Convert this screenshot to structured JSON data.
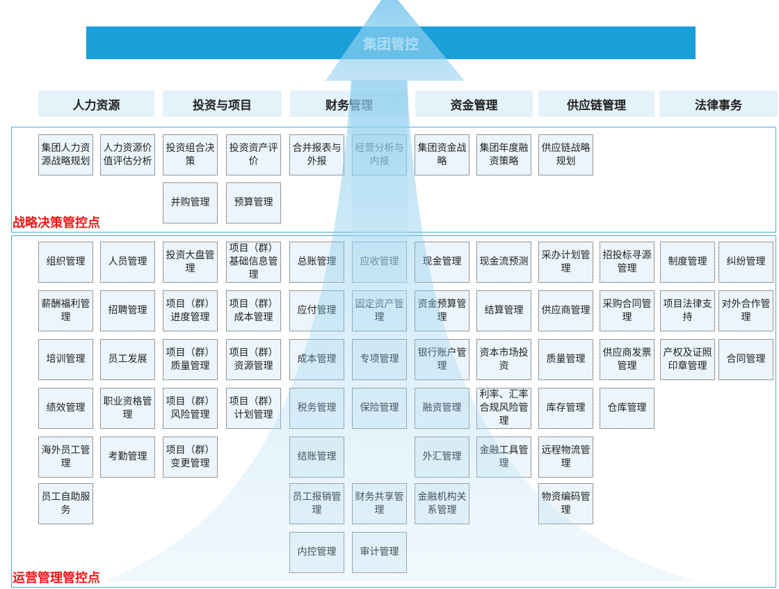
{
  "header": {
    "title": "集团管控"
  },
  "categories": [
    "人力资源",
    "投资与项目",
    "财务管理",
    "资金管理",
    "供应链管理",
    "法律事务"
  ],
  "strategic": {
    "label": "战略决策管控点",
    "items": [
      "集团人力资源战略规划",
      "人力资源价值评估分析",
      "投资组合决策",
      "投资资产评价",
      "合并报表与外报",
      "经营分析与内报",
      "集团资金战略",
      "集团年度融资策略",
      "供应链战略规划",
      "并购管理",
      "预算管理"
    ]
  },
  "operational": {
    "label": "运营管理管控点",
    "items": [
      "组织管理",
      "人员管理",
      "投资大盘管理",
      "项目（群）基础信息管理",
      "总账管理",
      "应收管理",
      "现金管理",
      "现金流预测",
      "采办计划管理",
      "招投标寻源管理",
      "制度管理",
      "纠纷管理",
      "薪酬福利管理",
      "招聘管理",
      "项目（群）进度管理",
      "项目（群）成本管理",
      "应付管理",
      "固定资产管理",
      "资金预算管理",
      "结算管理",
      "供应商管理",
      "采购合同管理",
      "项目法律支持",
      "对外合作管理",
      "培训管理",
      "员工发展",
      "项目（群）质量管理",
      "项目（群）资源管理",
      "成本管理",
      "专项管理",
      "银行账户管理",
      "资本市场投资",
      "质量管理",
      "供应商发票管理",
      "产权及证照印章管理",
      "合同管理",
      "绩效管理",
      "职业资格管理",
      "项目（群）风险管理",
      "项目（群）计划管理",
      "税务管理",
      "保险管理",
      "融资管理",
      "利率、汇率合规风险管理",
      "库存管理",
      "仓库管理",
      "海外员工管理",
      "考勤管理",
      "项目（群）变更管理",
      "结账管理",
      "外汇管理",
      "金融工具管理",
      "远程物流管理",
      "员工自助服务",
      "员工报销管理",
      "财务共享管理",
      "金融机构关系管理",
      "物资编码管理",
      "内控管理",
      "审计管理"
    ]
  },
  "colors": {
    "banner": "#1a9fd8",
    "header_bg": "#e4f2fa",
    "box_bg": "#ecf5fb",
    "border": "#4aa8d6",
    "label": "#f01818"
  }
}
